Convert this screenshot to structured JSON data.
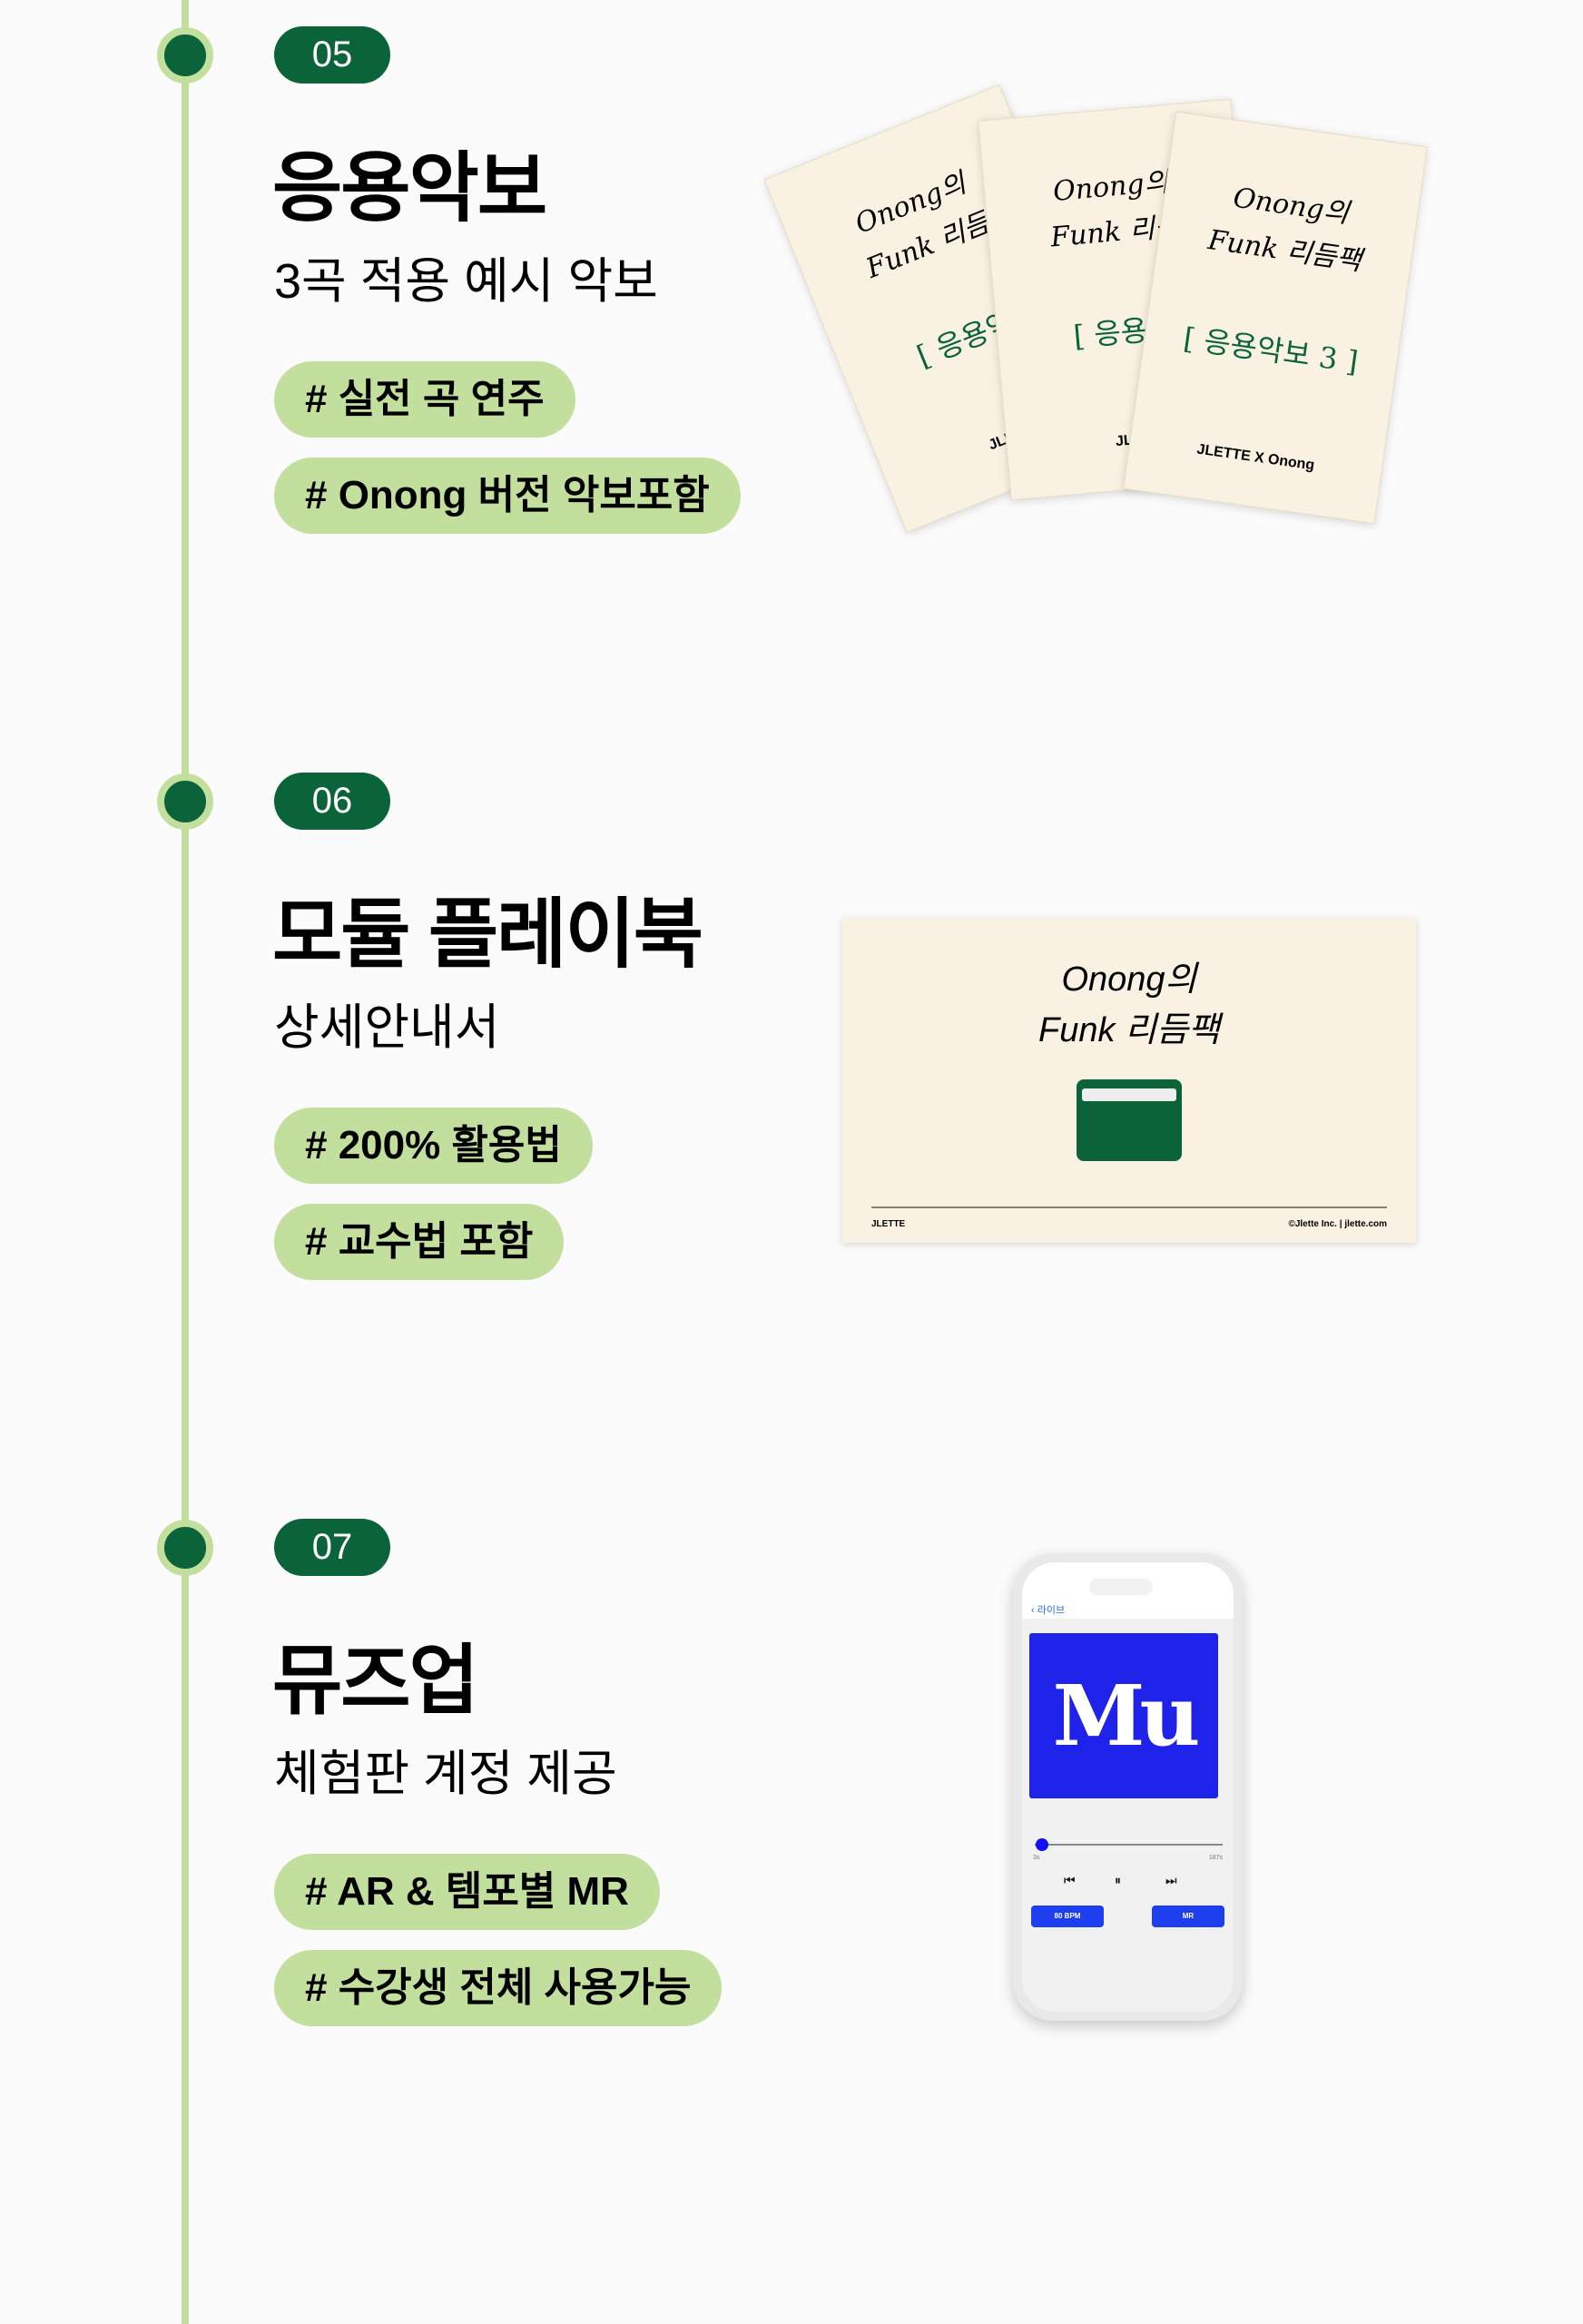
{
  "sections": [
    {
      "num": "05",
      "title": "응용악보",
      "subtitle": "3곡 적용 예시 악보",
      "tags": [
        "# 실전 곡 연주",
        "# Onong 버전 악보포함"
      ],
      "booklets": [
        {
          "title1": "Onong의",
          "title2": "Funk 리듬",
          "label": "[ 응용악",
          "foot": "JLET"
        },
        {
          "title1": "Onong의",
          "title2": "Funk 리듬",
          "label": "[ 응용악",
          "foot": "JLET"
        },
        {
          "title1": "Onong의",
          "title2": "Funk 리듬팩",
          "label": "[ 응용악보 3 ]",
          "foot": "JLETTE X Onong"
        }
      ]
    },
    {
      "num": "06",
      "title": "모듈 플레이북",
      "subtitle": "상세안내서",
      "tags": [
        "# 200% 활용법",
        "# 교수법 포함"
      ],
      "card": {
        "title1": "Onong의",
        "title2": "Funk 리듬팩",
        "footer_left": "JLETTE",
        "footer_right": "©Jlette Inc. | jlette.com"
      }
    },
    {
      "num": "07",
      "title": "뮤즈업",
      "subtitle": "체험판 계정 제공",
      "tags": [
        "# AR & 템포별 MR",
        "# 수강생 전체 사용가능"
      ],
      "phone": {
        "back_label": "라이브",
        "logo": "Mu",
        "time_start": "3s",
        "time_end": "187s",
        "progress_seconds": 3,
        "duration_seconds": 187,
        "bpm_button": "80 BPM",
        "mr_button": "MR"
      }
    }
  ],
  "colors": {
    "accent": "#0a6339",
    "tag": "#c2df9e",
    "muzeup": "#1f22e8"
  }
}
